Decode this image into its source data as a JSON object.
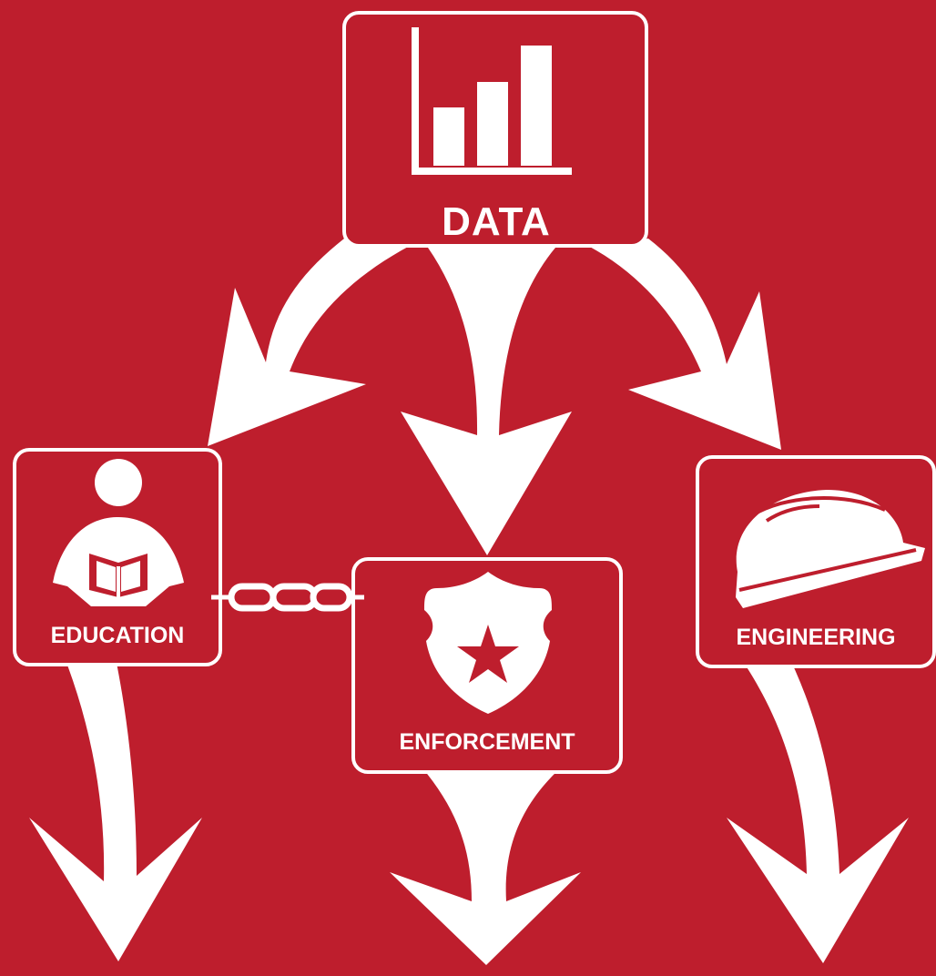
{
  "colors": {
    "background": "#be1e2d",
    "foreground": "#ffffff"
  },
  "nodes": {
    "data": {
      "label": "DATA",
      "icon": "bar-chart-icon"
    },
    "education": {
      "label": "EDUCATION",
      "icon": "person-reading-book-icon"
    },
    "enforcement": {
      "label": "ENFORCEMENT",
      "icon": "police-badge-star-icon"
    },
    "engineering": {
      "label": "ENGINEERING",
      "icon": "hard-hat-icon"
    }
  },
  "links": {
    "data_to_education": "arrow",
    "data_to_enforcement": "arrow",
    "data_to_engineering": "arrow",
    "education_to_enforcement": "chain-link"
  }
}
